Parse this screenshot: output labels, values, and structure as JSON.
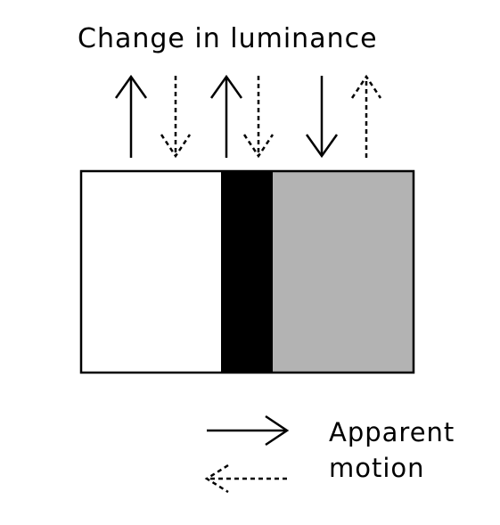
{
  "title": "Change in luminance",
  "legend": {
    "line1": "Apparent",
    "line2": "motion"
  },
  "regions": [
    {
      "name": "white",
      "fill": "#ffffff"
    },
    {
      "name": "black",
      "fill": "#000000"
    },
    {
      "name": "gray",
      "fill": "#b3b3b3"
    }
  ],
  "luminance_arrows": [
    {
      "direction": "up",
      "style": "solid"
    },
    {
      "direction": "down",
      "style": "dashed"
    },
    {
      "direction": "up",
      "style": "solid"
    },
    {
      "direction": "down",
      "style": "dashed"
    },
    {
      "direction": "down",
      "style": "solid"
    },
    {
      "direction": "up",
      "style": "dashed"
    }
  ],
  "motion_arrows": [
    {
      "direction": "right",
      "style": "solid"
    },
    {
      "direction": "left",
      "style": "dashed"
    }
  ]
}
